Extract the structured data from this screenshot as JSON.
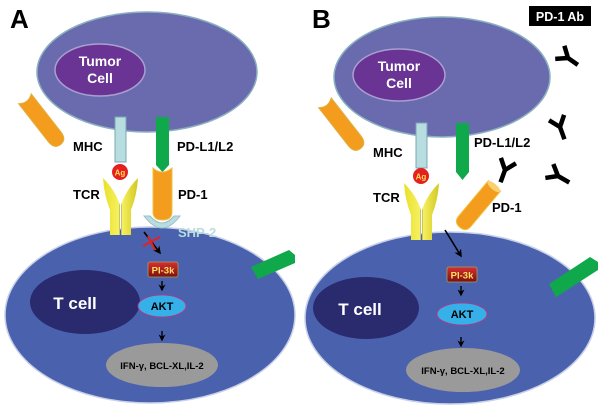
{
  "panels": [
    {
      "letter": "A",
      "tumor_label_1": "Tumor",
      "tumor_label_2": "Cell",
      "mhc": "MHC",
      "pdl": "PD-L1/L2",
      "ag": "Ag",
      "tcr": "TCR",
      "pd1": "PD-1",
      "shp2": "SHP-2",
      "tcell": "T cell",
      "pi3k": "PI-3k",
      "akt": "AKT",
      "output": "IFN-γ, BCL-XL,IL-2"
    },
    {
      "letter": "B",
      "tumor_label_1": "Tumor",
      "tumor_label_2": "Cell",
      "mhc": "MHC",
      "pdl": "PD-L1/L2",
      "ag": "Ag",
      "tcr": "TCR",
      "pd1": "PD-1",
      "tcell": "T cell",
      "pi3k": "PI-3k",
      "akt": "AKT",
      "output": "IFN-γ, BCL-XL,IL-2",
      "antibody_label": "PD-1 Ab"
    }
  ],
  "colors": {
    "tumor": "#6a6aae",
    "tumor_nucleus": "#6a3494",
    "tcell": "#4a62ae",
    "tcell_nucleus": "#2a2a6e",
    "mhc": "#b8dde0",
    "pdl": "#0fa84a",
    "pd1": "#f39c1e",
    "tcr": "#e8e02a",
    "ag": "#e52020",
    "shp2": "#b8dde0",
    "pi3k": "#b31b1b",
    "akt": "#35b0e8",
    "output": "#9a9a9a"
  }
}
